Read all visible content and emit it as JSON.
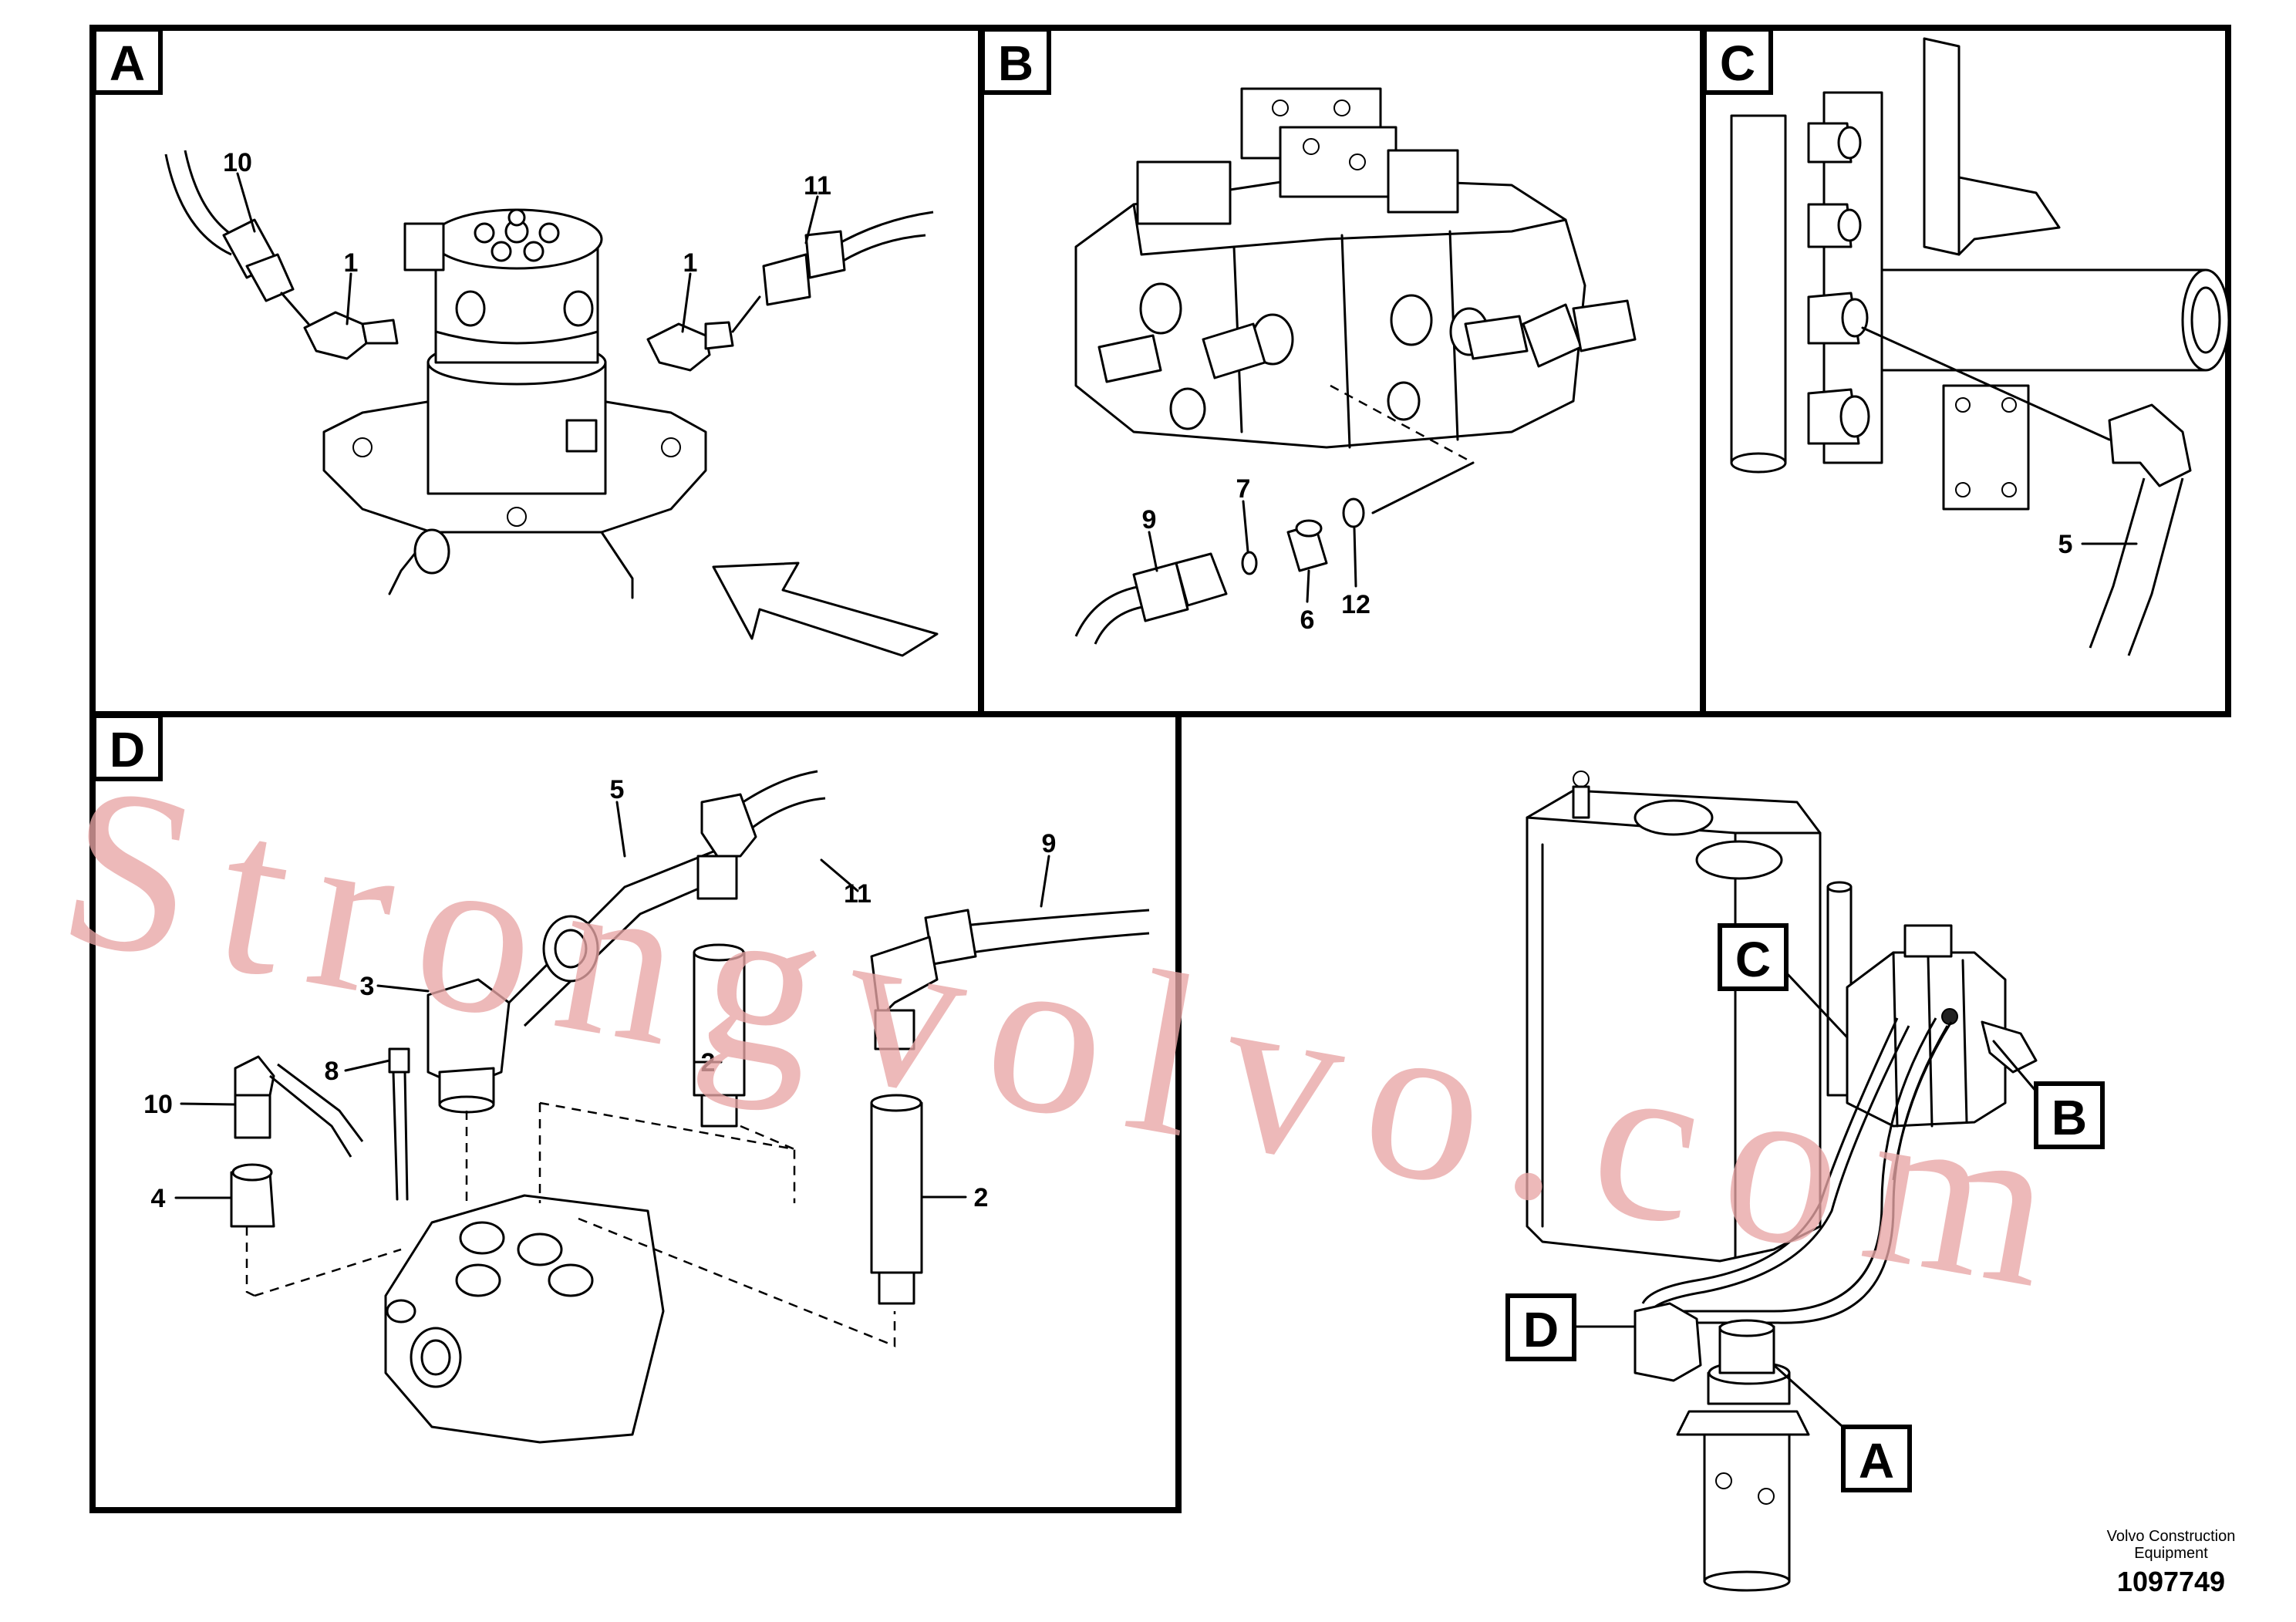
{
  "panels": {
    "a": {
      "tag": "A",
      "labels": [
        "10",
        "1",
        "1",
        "11"
      ]
    },
    "b": {
      "tag": "B",
      "labels": [
        "7",
        "9",
        "6",
        "12"
      ]
    },
    "c": {
      "tag": "C",
      "labels": [
        "5"
      ]
    },
    "d": {
      "tag": "D",
      "labels": [
        "5",
        "11",
        "9",
        "3",
        "8",
        "10",
        "4",
        "2",
        "2"
      ]
    }
  },
  "overview": {
    "callouts": [
      "C",
      "B",
      "D",
      "A"
    ]
  },
  "watermark": "Strongvolvo.com",
  "footer": {
    "company_line1": "Volvo Construction",
    "company_line2": "Equipment",
    "ref": "1097749"
  }
}
